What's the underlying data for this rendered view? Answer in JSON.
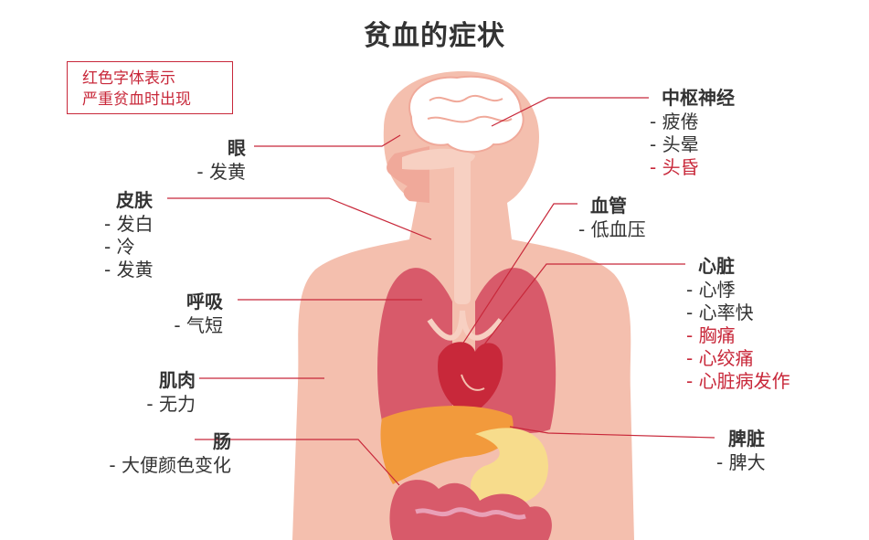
{
  "title": "贫血的症状",
  "legend": {
    "line1": "红色字体表示",
    "line2": "严重贫血时出现"
  },
  "colors": {
    "severe": "#c8283a",
    "text": "#333333",
    "leader": "#c8283a",
    "skin": "#f4bfae",
    "skin_light": "#f7d0c2",
    "brain": "#ffffff",
    "lung": "#d85a6a",
    "heart": "#c8283a",
    "liver": "#f29a3c",
    "stomach": "#f7dc8c",
    "intestine": "#d85a6a"
  },
  "groups": {
    "eye": {
      "heading": "眼",
      "items": [
        {
          "text": "- 发黄",
          "severe": false
        }
      ]
    },
    "skin": {
      "heading": "皮肤",
      "items": [
        {
          "text": "- 发白",
          "severe": false
        },
        {
          "text": "- 冷",
          "severe": false
        },
        {
          "text": "- 发黄",
          "severe": false
        }
      ]
    },
    "breath": {
      "heading": "呼吸",
      "items": [
        {
          "text": "- 气短",
          "severe": false
        }
      ]
    },
    "muscle": {
      "heading": "肌肉",
      "items": [
        {
          "text": "- 无力",
          "severe": false
        }
      ]
    },
    "intestine": {
      "heading": "肠",
      "items": [
        {
          "text": "- 大便颜色变化",
          "severe": false
        }
      ]
    },
    "cns": {
      "heading": "中枢神经",
      "items": [
        {
          "text": "- 疲倦",
          "severe": false
        },
        {
          "text": "- 头晕",
          "severe": false
        },
        {
          "text": "- 头昏",
          "severe": true
        }
      ]
    },
    "vessel": {
      "heading": "血管",
      "items": [
        {
          "text": "- 低血压",
          "severe": false
        }
      ]
    },
    "heart": {
      "heading": "心脏",
      "items": [
        {
          "text": "- 心悸",
          "severe": false
        },
        {
          "text": "- 心率快",
          "severe": false
        },
        {
          "text": "- 胸痛",
          "severe": true
        },
        {
          "text": "- 心绞痛",
          "severe": true
        },
        {
          "text": "- 心脏病发作",
          "severe": true
        }
      ]
    },
    "spleen": {
      "heading": "脾脏",
      "items": [
        {
          "text": "- 脾大",
          "severe": false
        }
      ]
    }
  }
}
